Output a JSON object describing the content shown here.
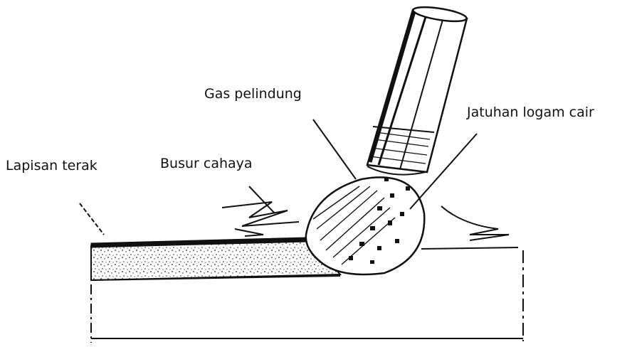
{
  "diagram": {
    "labels": {
      "gas_pelindung": "Gas pelindung",
      "jatuhan_logam_cair": "Jatuhan logam cair",
      "lapisan_terak": "Lapisan terak",
      "busur_cahaya": "Busur cahaya"
    },
    "colors": {
      "ink": "#111111",
      "paper": "#ffffff"
    }
  }
}
